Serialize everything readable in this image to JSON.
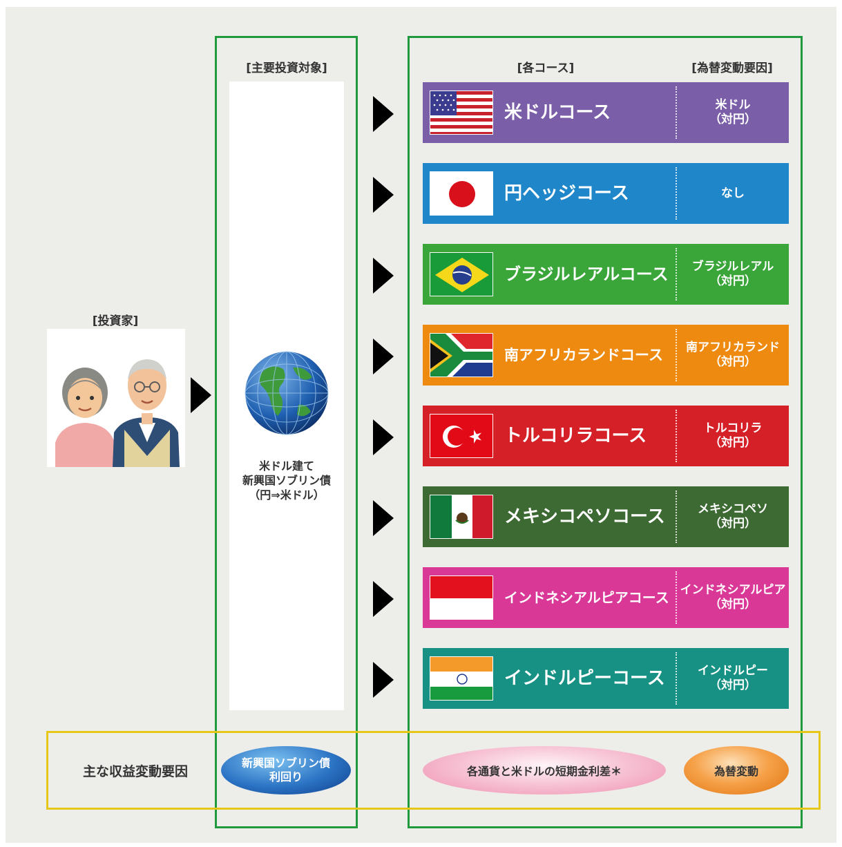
{
  "headers": {
    "investor": "[投資家]",
    "main_target": "[主要投資対象]",
    "courses": "[各コース]",
    "fx_factor": "[為替変動要因]"
  },
  "center": {
    "line1": "米ドル建て",
    "line2": "新興国ソブリン債",
    "line3": "（円⇒米ドル）"
  },
  "courses": [
    {
      "name": "米ドルコース",
      "factor1": "米ドル",
      "factor2": "（対円）",
      "color": "#7b5ea8",
      "flag": "us-flag"
    },
    {
      "name": "円ヘッジコース",
      "factor1": "なし",
      "factor2": "",
      "color": "#1f86c9",
      "flag": "japan-flag"
    },
    {
      "name": "ブラジルレアルコース",
      "factor1": "ブラジルレアル",
      "factor2": "（対円）",
      "color": "#3aa63a",
      "flag": "brazil-flag"
    },
    {
      "name": "南アフリカランドコース",
      "factor1": "南アフリカランド",
      "factor2": "（対円）",
      "color": "#ee8a10",
      "flag": "south-africa-flag"
    },
    {
      "name": "トルコリラコース",
      "factor1": "トルコリラ",
      "factor2": "（対円）",
      "color": "#d52028",
      "flag": "turkey-flag"
    },
    {
      "name": "メキシコペソコース",
      "factor1": "メキシコペソ",
      "factor2": "（対円）",
      "color": "#3d6a33",
      "flag": "mexico-flag"
    },
    {
      "name": "インドネシアルピアコース",
      "factor1": "インドネシアルピア",
      "factor2": "（対円）",
      "color": "#d93897",
      "flag": "indonesia-flag"
    },
    {
      "name": "インドルピーコース",
      "factor1": "インドルピー",
      "factor2": "（対円）",
      "color": "#179183",
      "flag": "india-flag"
    }
  ],
  "bottom": {
    "label": "主な収益変動要因",
    "yield_line1": "新興国ソブリン債",
    "yield_line2": "利回り",
    "spread": "各通貨と米ドルの短期金利差＊",
    "fx": "為替変動"
  },
  "colors": {
    "frame_green": "#1e9a3c",
    "frame_yellow": "#e6c619",
    "ellipse_blue": "#2b73c4",
    "ellipse_pink": "#f3a6c0",
    "ellipse_orange": "#ef8a1a"
  }
}
